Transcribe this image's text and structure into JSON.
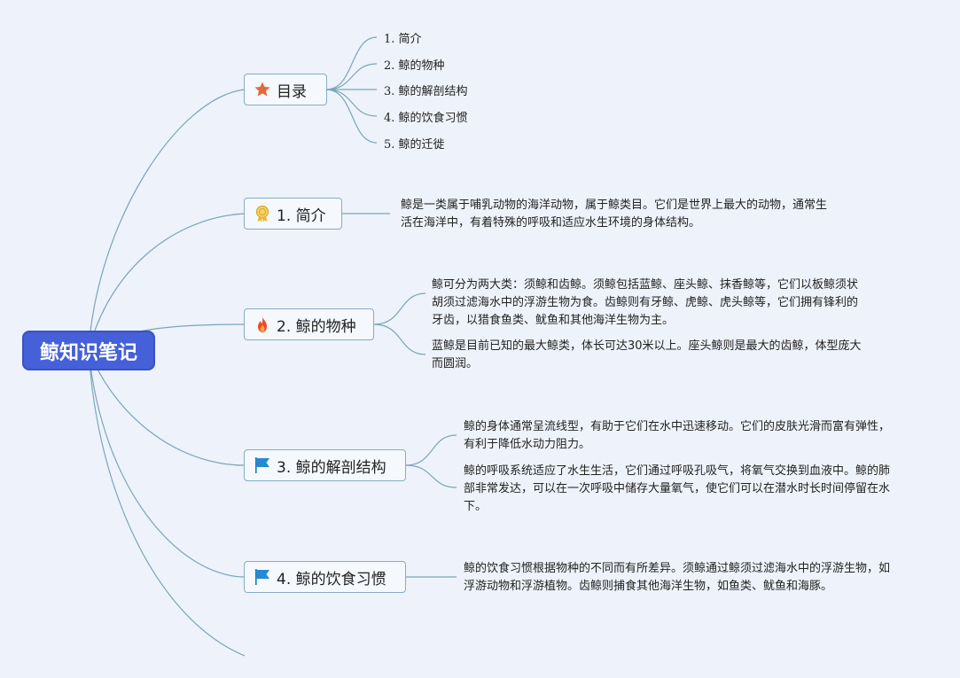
{
  "root": {
    "title": "鲸知识笔记"
  },
  "toc": {
    "label": "目录",
    "items": [
      "1. 简介",
      "2. 鲸的物种",
      "3. 鲸的解剖结构",
      "4. 鲸的饮食习惯",
      "5. 鲸的迁徙"
    ]
  },
  "sections": [
    {
      "label": "1. 简介",
      "icon": "award-icon",
      "paragraphs": [
        "鲸是一类属于哺乳动物的海洋动物，属于鲸类目。它们是世界上最大的动物，通常生活在海洋中，有着特殊的呼吸和适应水生环境的身体结构。"
      ]
    },
    {
      "label": "2. 鲸的物种",
      "icon": "fire-icon",
      "paragraphs": [
        "鲸可分为两大类：须鲸和齿鲸。须鲸包括蓝鲸、座头鲸、抹香鲸等，它们以板鲸须状胡须过滤海水中的浮游生物为食。齿鲸则有牙鲸、虎鲸、虎头鲸等，它们拥有锋利的牙齿，以猎食鱼类、鱿鱼和其他海洋生物为主。",
        "蓝鲸是目前已知的最大鲸类，体长可达30米以上。座头鲸则是最大的齿鲸，体型庞大而圆润。"
      ]
    },
    {
      "label": "3. 鲸的解剖结构",
      "icon": "flag-icon",
      "paragraphs": [
        "鲸的身体通常呈流线型，有助于它们在水中迅速移动。它们的皮肤光滑而富有弹性，有利于降低水动力阻力。",
        "鲸的呼吸系统适应了水生生活，它们通过呼吸孔吸气，将氧气交换到血液中。鲸的肺部非常发达，可以在一次呼吸中储存大量氧气，使它们可以在潜水时长时间停留在水下。"
      ]
    },
    {
      "label": "4. 鲸的饮食习惯",
      "icon": "flag-icon",
      "paragraphs": [
        "鲸的饮食习惯根据物种的不同而有所差异。须鲸通过鲸须过滤海水中的浮游生物，如浮游动物和浮游植物。齿鲸则捕食其他海洋生物，如鱼类、鱿鱼和海豚。"
      ]
    }
  ]
}
